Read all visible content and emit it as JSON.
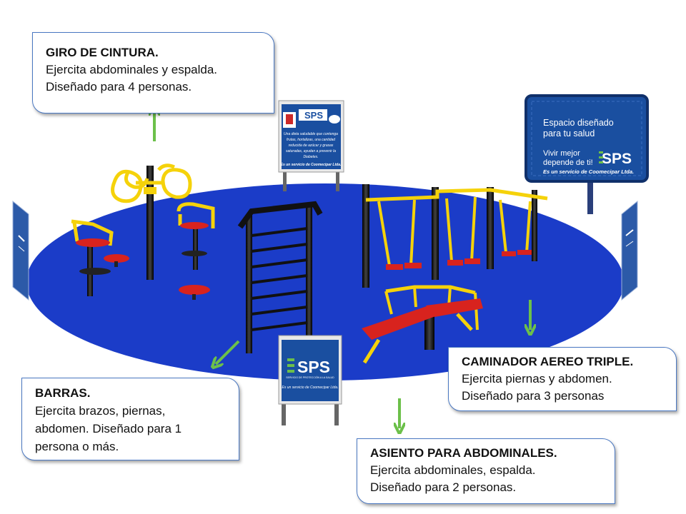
{
  "callouts": {
    "giro": {
      "title": "GIRO DE CINTURA.",
      "lines": [
        "Ejercita abdominales y espalda.",
        "Diseñado para 4 personas."
      ]
    },
    "barras": {
      "title": "BARRAS.",
      "lines": [
        "Ejercita brazos, piernas,",
        "abdomen. Diseñado para 1",
        "persona o más."
      ]
    },
    "caminador": {
      "title": "CAMINADOR AEREO TRIPLE.",
      "lines": [
        "Ejercita piernas y abdomen.",
        "Diseñado para 3 personas"
      ]
    },
    "asiento": {
      "title": "ASIENTO PARA ABDOMINALES.",
      "lines": [
        "Ejercita abdominales, espalda.",
        "Diseñado para 2 personas."
      ]
    }
  },
  "signs": {
    "large": {
      "heading": [
        "Espacio diseñado",
        "para tu salud"
      ],
      "tagline": [
        "Vivir mejor",
        "depende de ti!"
      ],
      "brand": "SPS",
      "footer": "Es un servicio de Coomecipar Ltda."
    },
    "center": {
      "brand": "SPS",
      "body": [
        "Una dieta saludable que contenga",
        "frutas, hortalizas, una cantidad",
        "reducida de azúcar y grasas",
        "saturadas, ayudan a prevenir la",
        "Diabetes."
      ],
      "footer": "Es un servicio de Coomecipar Ltda."
    },
    "front": {
      "brand": "SPS",
      "sub": "SERVICIO DE PROTECCIÓN A LA SALUD",
      "footer": "Es un servicio de Coomecipar Ltda."
    }
  },
  "colors": {
    "floor": "#1b3cc8",
    "equipment_yellow": "#f5d20a",
    "equipment_red": "#d8231e",
    "post": "#151515",
    "arrow": "#6cc04a",
    "sign_blue": "#1a4fa0",
    "callout_border": "#4a78c2"
  },
  "icons": [
    "arrow-up-icon",
    "arrow-down-left-icon",
    "arrow-down-icon"
  ]
}
